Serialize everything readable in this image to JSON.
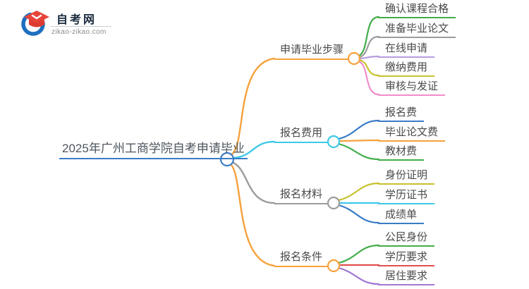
{
  "logo": {
    "site_name": "自考网",
    "site_url": "zikao-zikao.com"
  },
  "palette": {
    "central_underline": "#3b7cc7",
    "orange": "#f7a13c",
    "cyan": "#3ec9e6",
    "gray": "#9c9c9c",
    "green": "#44ad4c",
    "light_purple": "#b79de0",
    "olive": "#c8c22e",
    "pink": "#f18dcb",
    "blue": "#3b7cc7",
    "red": "#e14f4f",
    "purple": "#a179d2",
    "logo_blue": "#1d6fc0",
    "logo_red": "#e8453a"
  },
  "mindmap": {
    "central": {
      "label": "2025年广州工商学院自考申请毕业"
    },
    "branches": [
      {
        "label": "申请毕业步骤",
        "color": "orange",
        "children": [
          {
            "label": "确认课程合格",
            "color": "green"
          },
          {
            "label": "准备毕业论文",
            "color": "gray"
          },
          {
            "label": "在线申请",
            "color": "light_purple"
          },
          {
            "label": "缴纳费用",
            "color": "olive"
          },
          {
            "label": "审核与发证",
            "color": "pink"
          }
        ]
      },
      {
        "label": "报名费用",
        "color": "cyan",
        "children": [
          {
            "label": "报名费",
            "color": "blue"
          },
          {
            "label": "毕业论文费",
            "color": "orange"
          },
          {
            "label": "教材费",
            "color": "green"
          }
        ]
      },
      {
        "label": "报名材料",
        "color": "gray",
        "children": [
          {
            "label": "身份证明",
            "color": "olive"
          },
          {
            "label": "学历证书",
            "color": "cyan"
          },
          {
            "label": "成绩单",
            "color": "blue"
          }
        ]
      },
      {
        "label": "报名条件",
        "color": "orange",
        "children": [
          {
            "label": "公民身份",
            "color": "green"
          },
          {
            "label": "学历要求",
            "color": "red"
          },
          {
            "label": "居住要求",
            "color": "purple"
          }
        ]
      }
    ]
  }
}
